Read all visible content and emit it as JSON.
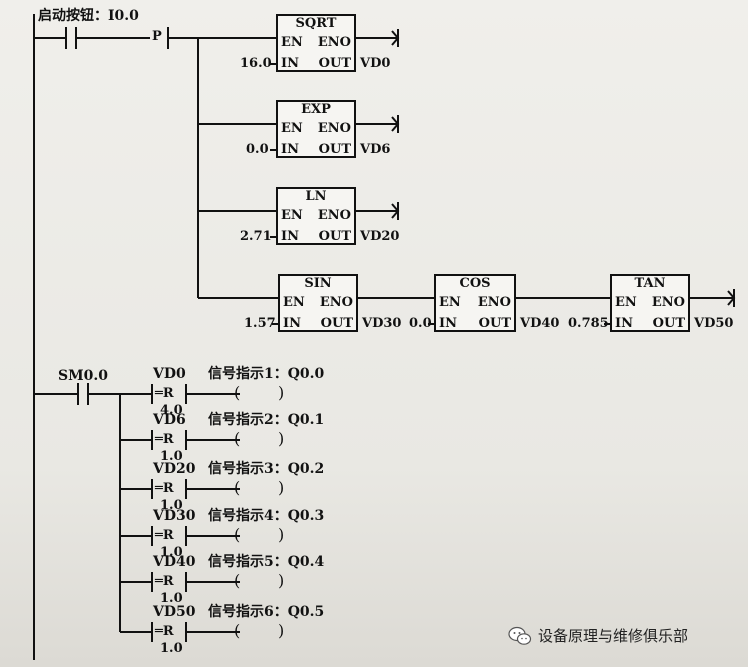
{
  "network1": {
    "contact_label": "启动按钮：I0.0",
    "p_label": "P",
    "blocks": [
      {
        "name": "SQRT",
        "en": "EN",
        "eno": "ENO",
        "in": "IN",
        "out": "OUT",
        "in_val": "16.0",
        "out_val": "VD0"
      },
      {
        "name": "EXP",
        "en": "EN",
        "eno": "ENO",
        "in": "IN",
        "out": "OUT",
        "in_val": "0.0",
        "out_val": "VD6"
      },
      {
        "name": "LN",
        "en": "EN",
        "eno": "ENO",
        "in": "IN",
        "out": "OUT",
        "in_val": "2.71",
        "out_val": "VD20"
      },
      {
        "name": "SIN",
        "en": "EN",
        "eno": "ENO",
        "in": "IN",
        "out": "OUT",
        "in_val": "1.57",
        "out_val": "VD30"
      },
      {
        "name": "COS",
        "en": "EN",
        "eno": "ENO",
        "in": "IN",
        "out": "OUT",
        "in_val": "0.0",
        "out_val": "VD40"
      },
      {
        "name": "TAN",
        "en": "EN",
        "eno": "ENO",
        "in": "IN",
        "out": "OUT",
        "in_val": "0.785",
        "out_val": "VD50"
      }
    ]
  },
  "network2": {
    "contact_label": "SM0.0",
    "rungs": [
      {
        "var": "VD0",
        "op": "═R",
        "val": "4.0",
        "signal": "信号指示1：Q0.0"
      },
      {
        "var": "VD6",
        "op": "═R",
        "val": "1.0",
        "signal": "信号指示2：Q0.1"
      },
      {
        "var": "VD20",
        "op": "═R",
        "val": "1.0",
        "signal": "信号指示3：Q0.2"
      },
      {
        "var": "VD30",
        "op": "═R",
        "val": "1.0",
        "signal": "信号指示4：Q0.3"
      },
      {
        "var": "VD40",
        "op": "═R",
        "val": "1.0",
        "signal": "信号指示5：Q0.4"
      },
      {
        "var": "VD50",
        "op": "═R",
        "val": "1.0",
        "signal": "信号指示6：Q0.5"
      }
    ],
    "coil_open": "(",
    "coil_close": ")"
  },
  "watermark": {
    "text": "设备原理与维修俱乐部",
    "icon": "wechat-icon"
  }
}
